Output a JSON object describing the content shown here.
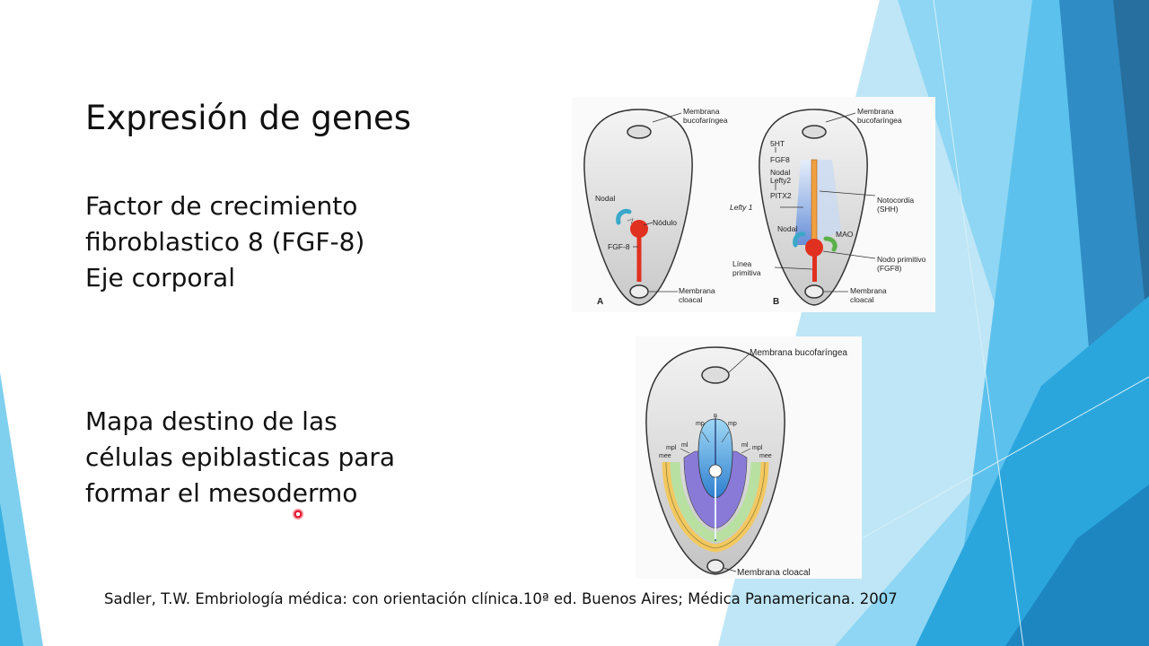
{
  "slide": {
    "title": "Expresión de genes",
    "block1": [
      "Factor de crecimiento",
      "fibroblastico 8 (FGF-8)",
      "Eje corporal"
    ],
    "block2": [
      "Mapa destino de las",
      "células epiblasticas para",
      "formar el mesodermo"
    ],
    "citation": "Sadler, T.W. Embriología médica: con orientación clínica.10ª ed. Buenos Aires; Médica Panamericana. 2007"
  },
  "figure_top": {
    "panel_a": {
      "letter": "A",
      "membrana_bucofaringea": [
        "Membrana",
        "bucofaríngea"
      ],
      "nodal": "Nodal",
      "nodulo": "Nódulo",
      "fgf8": "FGF-8",
      "membrana_cloacal": [
        "Membrana",
        "cloacal"
      ]
    },
    "panel_b": {
      "letter": "B",
      "membrana_bucofaringea": [
        "Membrana",
        "bucofaríngea"
      ],
      "cascade": [
        "5HT",
        "FGF8",
        "Nodal",
        "Lefty2",
        "PITX2"
      ],
      "lefty1": "Lefty 1",
      "nodal": "Nodal",
      "mao": "MAO",
      "notocordia": [
        "Notocordia",
        "(SHH)"
      ],
      "nodo_primitivo": [
        "Nodo primitivo",
        "(FGF8)"
      ],
      "linea_primitiva": [
        "Línea",
        "primitiva"
      ],
      "membrana_cloacal": [
        "Membrana",
        "cloacal"
      ]
    }
  },
  "figure_bottom": {
    "membrana_bucofaringea": "Membrana bucofaríngea",
    "membrana_cloacal": "Membrana cloacal",
    "n": "n",
    "mp_left": "mp",
    "mp_right": "mp",
    "ml_left": "ml",
    "ml_right": "ml",
    "mpl_left": "mpl",
    "mpl_right": "mpl",
    "mee_left": "mee",
    "mee_right": "mee"
  },
  "colors": {
    "accent_blue": "#29a9e0",
    "dark_blue": "#1f6fa8",
    "light_blue": "#8fd3f2",
    "node_red": "#e03020",
    "nodal_teal": "#3aa8c8",
    "mao_green": "#5bb04a"
  }
}
